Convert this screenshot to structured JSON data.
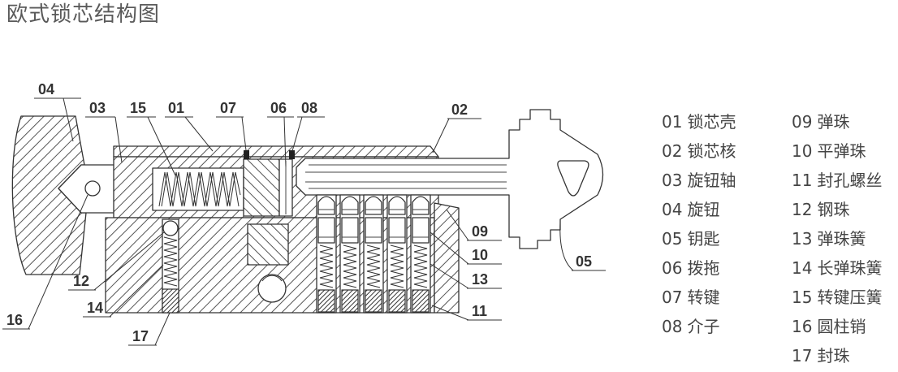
{
  "title": "欧式锁芯结构图",
  "callouts": {
    "knob": "04",
    "knob_shaft": "03",
    "cam_spring": "15",
    "housing": "01",
    "cam": "07",
    "cam_driver": "06",
    "washer": "08",
    "core": "02",
    "key_pin": "09",
    "driver_pin": "10",
    "key": "05",
    "pin_spring": "13",
    "plug_screw": "11",
    "steel_ball": "12",
    "long_spring": "14",
    "cylinder_pin": "16",
    "seal_ball": "17"
  },
  "legend": {
    "col1": [
      {
        "code": "01",
        "name": "锁芯壳"
      },
      {
        "code": "02",
        "name": "锁芯核"
      },
      {
        "code": "03",
        "name": "旋钮轴"
      },
      {
        "code": "04",
        "name": "旋钮"
      },
      {
        "code": "05",
        "name": "钥匙"
      },
      {
        "code": "06",
        "name": "拨拖"
      },
      {
        "code": "07",
        "name": "转键"
      },
      {
        "code": "08",
        "name": "介子"
      }
    ],
    "col2": [
      {
        "code": "09",
        "name": "弹珠"
      },
      {
        "code": "10",
        "name": "平弹珠"
      },
      {
        "code": "11",
        "name": "封孔螺丝"
      },
      {
        "code": "12",
        "name": "钢珠"
      },
      {
        "code": "13",
        "name": "弹珠簧"
      },
      {
        "code": "14",
        "name": "长弹珠簧"
      },
      {
        "code": "15",
        "name": "转键压簧"
      },
      {
        "code": "16",
        "name": "圆柱销"
      },
      {
        "code": "17",
        "name": "封珠"
      }
    ]
  },
  "colors": {
    "line": "#333333",
    "title": "#5a5a5a",
    "legend_text": "#444444"
  }
}
